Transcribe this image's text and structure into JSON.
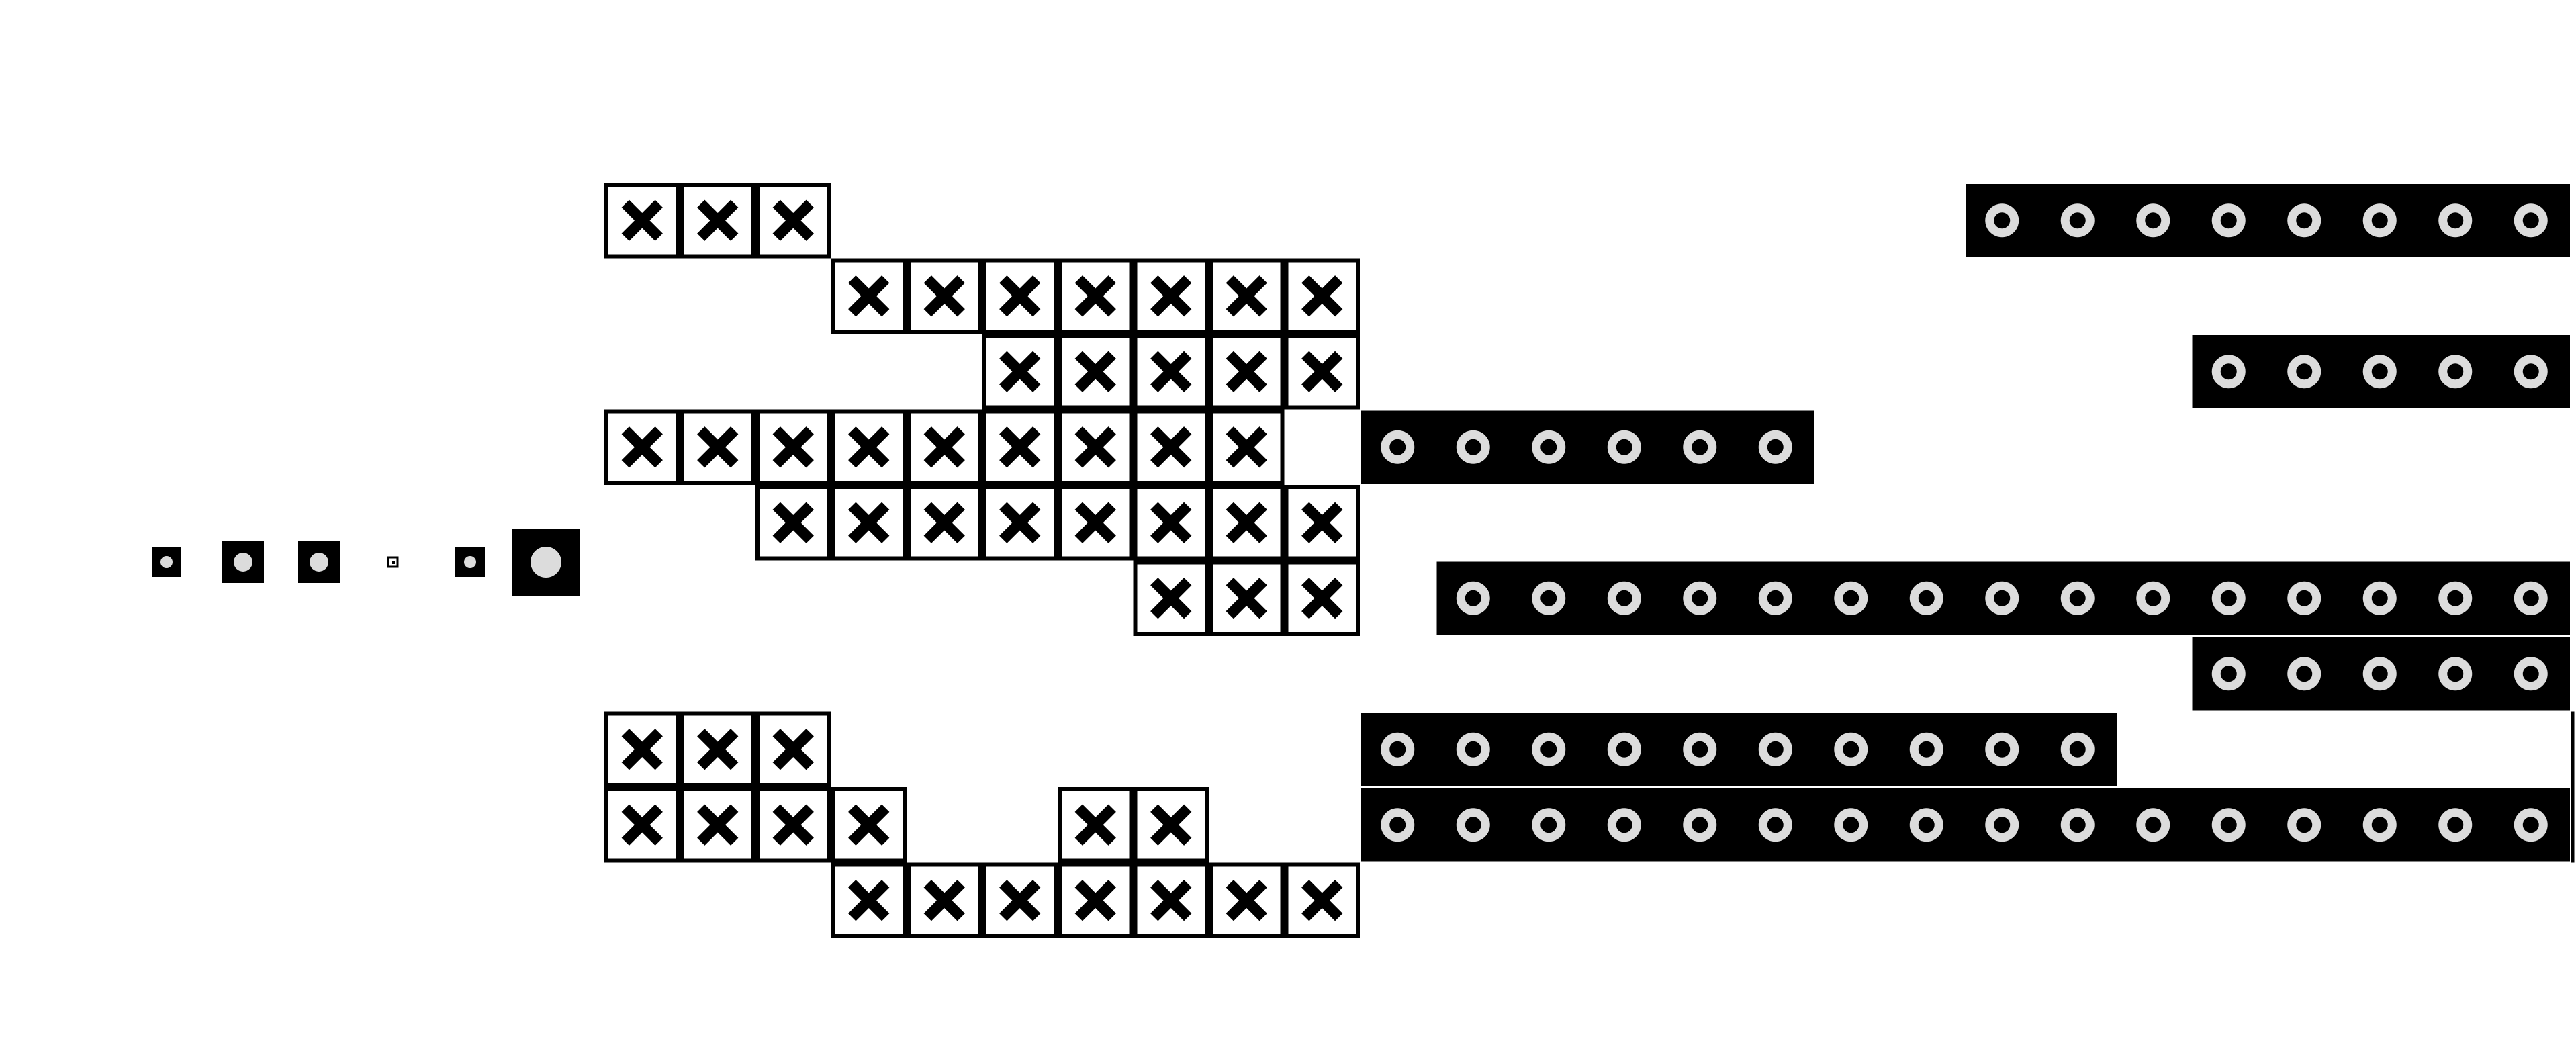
{
  "colors": {
    "background": "#ffffff",
    "ink": "#000000",
    "token": "#dcdcdc"
  },
  "legend": {
    "icons": [
      "small-dot-tile-icon",
      "medium-dot-tile-icon",
      "medium-dot-tile-icon",
      "tiny-tile-icon",
      "small-dot-tile-icon",
      "large-dot-tile-icon"
    ]
  },
  "x_tiles": {
    "icon": "x-mark-icon",
    "rows": [
      {
        "row": 0,
        "cols": [
          0,
          1,
          2
        ]
      },
      {
        "row": 1,
        "cols": [
          3,
          4,
          5,
          6,
          7,
          8,
          9
        ]
      },
      {
        "row": 2,
        "cols": [
          5,
          6,
          7,
          8,
          9
        ]
      },
      {
        "row": 3,
        "cols": [
          0,
          1,
          2,
          3,
          4,
          5,
          6,
          7,
          8
        ]
      },
      {
        "row": 4,
        "cols": [
          2,
          3,
          4,
          5,
          6,
          7,
          8,
          9
        ]
      },
      {
        "row": 5,
        "cols": [
          7,
          8,
          9
        ]
      },
      {
        "row": 7,
        "cols": [
          0,
          1,
          2
        ]
      },
      {
        "row": 8,
        "cols": [
          0,
          1,
          2,
          3,
          6,
          7
        ]
      },
      {
        "row": 9,
        "cols": [
          3,
          4,
          5,
          6,
          7,
          8,
          9
        ]
      }
    ]
  },
  "ring_bars": {
    "icon": "ring-token-icon",
    "bars": [
      {
        "row": 0,
        "start": 18,
        "count": 8
      },
      {
        "row": 2,
        "start": 21,
        "count": 5
      },
      {
        "row": 3,
        "start": 10,
        "count": 6
      },
      {
        "row": 5,
        "start": 11,
        "count": 15
      },
      {
        "row": 6,
        "start": 21,
        "count": 5
      },
      {
        "row": 7,
        "start": 10,
        "count": 10
      },
      {
        "row": 8,
        "start": 10,
        "count": 16
      }
    ]
  }
}
